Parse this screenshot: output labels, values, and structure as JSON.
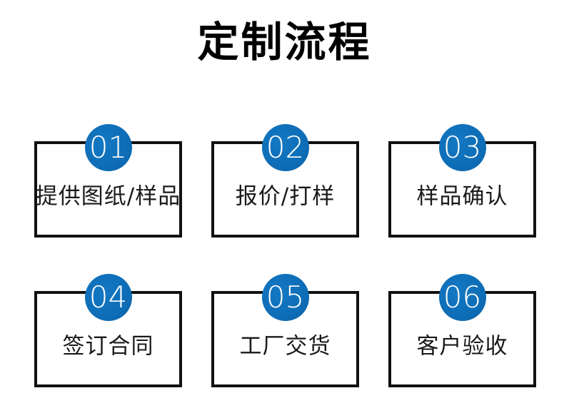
{
  "title": "定制流程",
  "steps": [
    {
      "num": "01",
      "label": "提供图纸/样品"
    },
    {
      "num": "02",
      "label": "报价/打样"
    },
    {
      "num": "03",
      "label": "样品确认"
    },
    {
      "num": "04",
      "label": "签订合同"
    },
    {
      "num": "05",
      "label": "工厂交货"
    },
    {
      "num": "06",
      "label": "客户验收"
    }
  ],
  "colors": {
    "circle_blue": "#0e6eb8",
    "box_border": "#111111",
    "label_text": "#1a1a1a",
    "title_text": "#000000",
    "background": "#ffffff",
    "number_text": "#ffffff"
  }
}
